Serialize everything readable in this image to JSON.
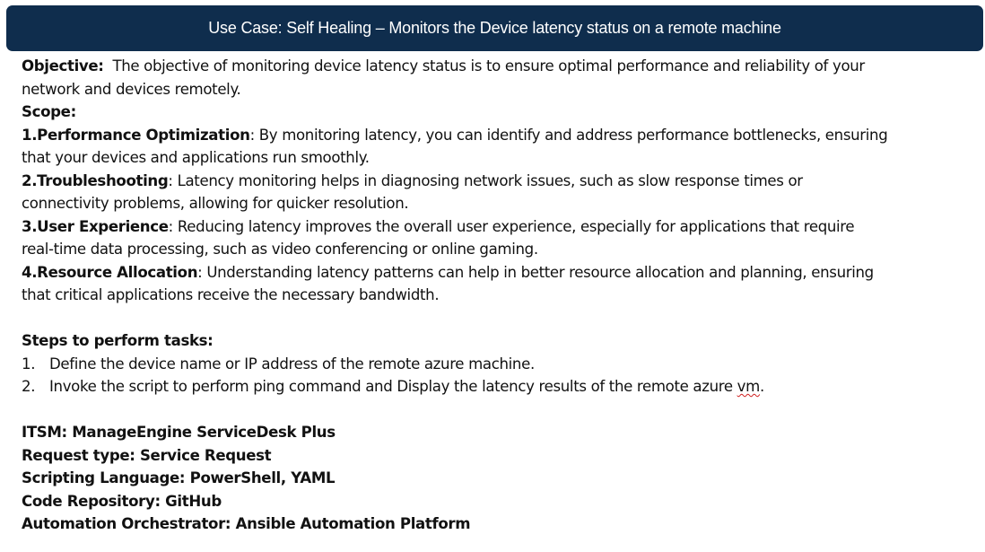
{
  "title": "Use Case: Self Healing – Monitors the Device latency status on a remote machine",
  "objective": {
    "label": "Objective:",
    "text_line1": "  The objective of monitoring device latency status is to ensure optimal performance and reliability of your",
    "text_line2": "network and devices remotely."
  },
  "scope_label": "Scope:",
  "scope_items": [
    {
      "title": "1.Performance Optimization",
      "line1": ": By monitoring latency, you can identify and address performance bottlenecks, ensuring",
      "line2": "that your devices and applications run smoothly."
    },
    {
      "title": "2.Troubleshooting",
      "line1": ": Latency monitoring helps in diagnosing network issues, such as slow response times or",
      "line2": "connectivity problems, allowing for quicker resolution."
    },
    {
      "title": "3.User Experience",
      "line1": ": Reducing latency improves the overall user experience, especially for applications that require",
      "line2": "real-time data processing, such as video conferencing or online gaming."
    },
    {
      "title": "4.Resource Allocation",
      "line1": ": Understanding latency patterns can help in better resource allocation and planning, ensuring",
      "line2": "that critical applications receive the necessary bandwidth."
    }
  ],
  "steps_label": "Steps to perform tasks:",
  "steps": [
    {
      "num": "1.",
      "text": "Define the device name or IP address of the remote azure machine."
    },
    {
      "num": "2.",
      "text_before": "Invoke the script to perform ping command and Display the latency results of the remote azure ",
      "text_flagged": "vm",
      "text_after": "."
    }
  ],
  "details": [
    "ITSM: ManageEngine ServiceDesk Plus",
    "Request type: Service Request",
    "Scripting Language: PowerShell, YAML",
    "Code Repository: GitHub",
    "Automation Orchestrator: Ansible Automation Platform"
  ],
  "colors": {
    "title_bar": "#0f2d4d",
    "title_text": "#ffffff",
    "body_text": "#111111",
    "spellcheck_underline": "#d02020"
  }
}
